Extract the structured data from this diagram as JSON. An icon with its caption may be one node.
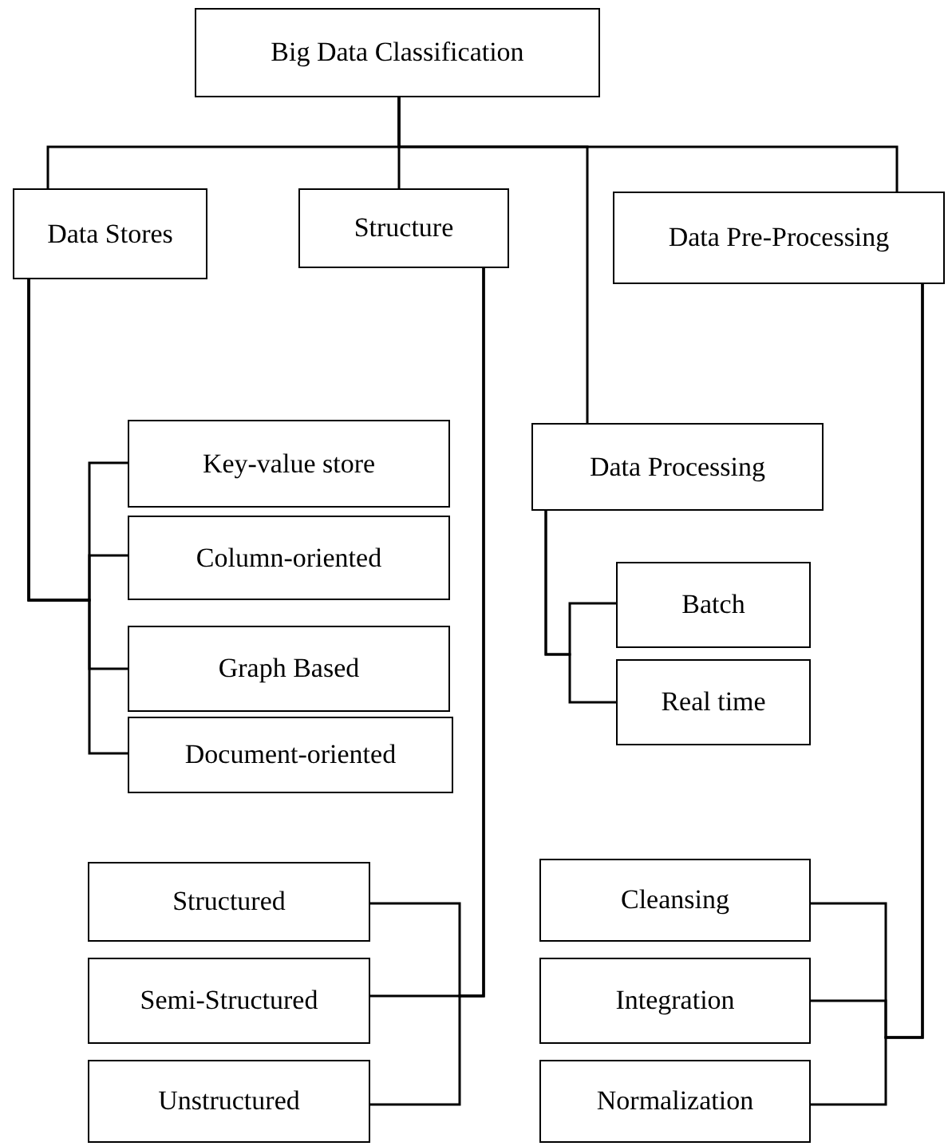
{
  "diagram": {
    "nodes": [
      {
        "text": [
          "Big Data Classification"
        ]
      },
      {
        "text": [
          "Data Stores"
        ]
      },
      {
        "text": [
          "Structure"
        ]
      },
      {
        "text": [
          "Data Pre-Processing"
        ]
      },
      {
        "text": [
          "Key-value store"
        ]
      },
      {
        "text": [
          "Column-oriented"
        ]
      },
      {
        "text": [
          "Graph Based"
        ]
      },
      {
        "text": [
          "Document-oriented"
        ]
      },
      {
        "text": [
          "Data Processing"
        ]
      },
      {
        "text": [
          "Batch"
        ]
      },
      {
        "text": [
          "Real time"
        ]
      },
      {
        "text": [
          "Structured"
        ]
      },
      {
        "text": [
          "Semi-Structured"
        ]
      },
      {
        "text": [
          "Unstructured"
        ]
      },
      {
        "text": [
          "Cleansing"
        ]
      },
      {
        "text": [
          "Integration"
        ]
      },
      {
        "text": [
          "Normalization"
        ]
      }
    ],
    "edges": [
      {
        "from": 0,
        "to": 1,
        "arrow": "none"
      },
      {
        "from": 0,
        "to": 2,
        "arrow": "none"
      },
      {
        "from": 0,
        "to": 8,
        "arrow": "none"
      },
      {
        "from": 0,
        "to": 3,
        "arrow": "none"
      },
      {
        "from": 1,
        "to": 4,
        "arrow": "none"
      },
      {
        "from": 1,
        "to": 5,
        "arrow": "none"
      },
      {
        "from": 1,
        "to": 6,
        "arrow": "none"
      },
      {
        "from": 1,
        "to": 7,
        "arrow": "none"
      },
      {
        "from": 2,
        "to": 11,
        "arrow": "none"
      },
      {
        "from": 2,
        "to": 12,
        "arrow": "none"
      },
      {
        "from": 2,
        "to": 13,
        "arrow": "none"
      },
      {
        "from": 8,
        "to": 9,
        "arrow": "none"
      },
      {
        "from": 8,
        "to": 10,
        "arrow": "none"
      },
      {
        "from": 3,
        "to": 14,
        "arrow": "none"
      },
      {
        "from": 3,
        "to": 15,
        "arrow": "none"
      },
      {
        "from": 3,
        "to": 16,
        "arrow": "none"
      }
    ]
  }
}
